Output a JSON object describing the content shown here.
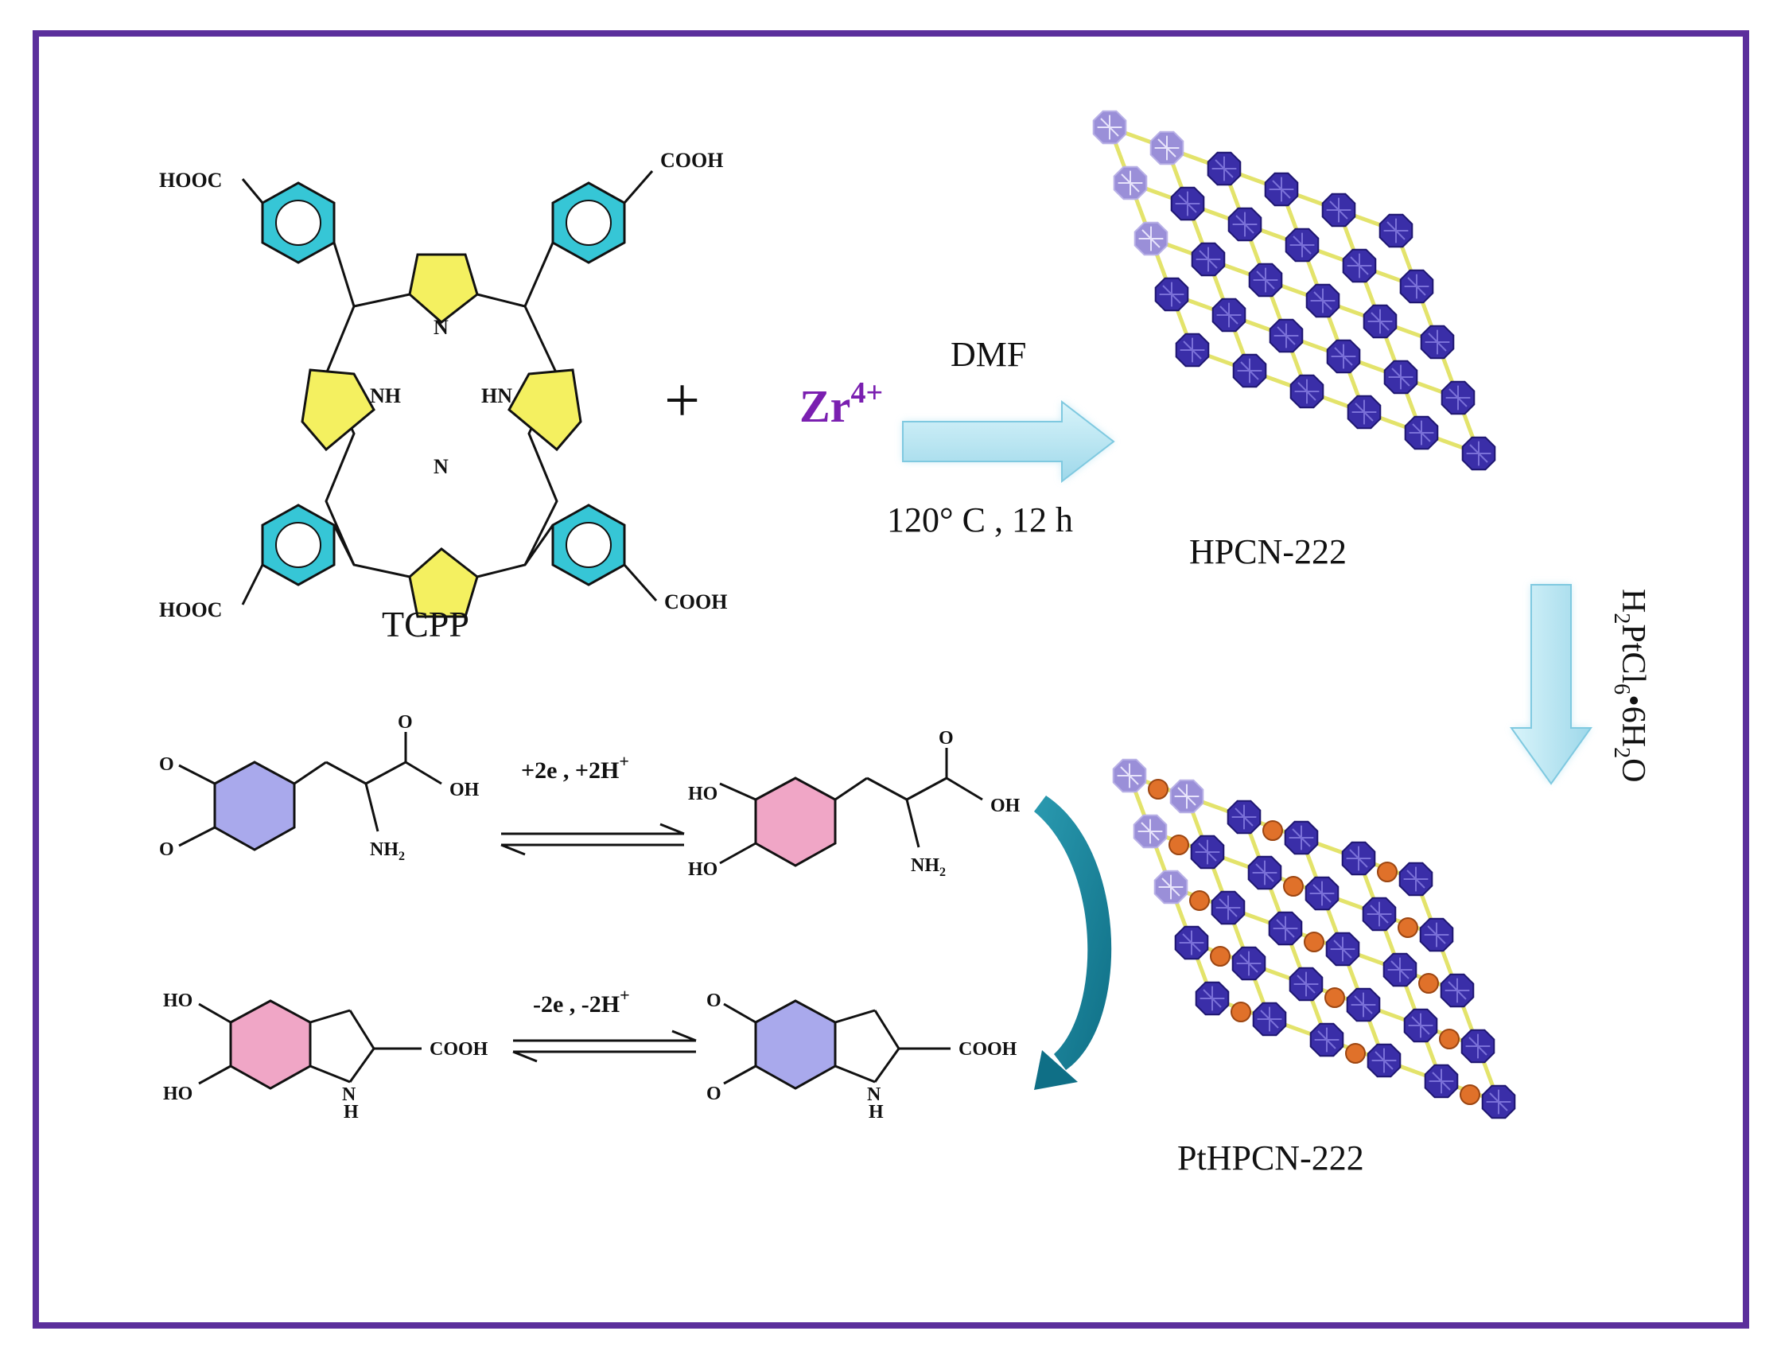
{
  "tcpp": {
    "label": "TCPP",
    "cooh_tl": "HOOC",
    "cooh_tr": "COOH",
    "cooh_bl": "HOOC",
    "cooh_br": "COOH",
    "nh_left": "NH",
    "hn_right": "HN",
    "n_top": "N",
    "n_bottom": "N"
  },
  "plus": "+",
  "zr": {
    "base": "Zr",
    "charge": "4+"
  },
  "reaction": {
    "solvent": "DMF",
    "conditions": "120°  C , 12 h"
  },
  "hpcn": {
    "label": "HPCN-222"
  },
  "pt_step": {
    "h": "H",
    "h_sub": "2",
    "pt": "PtCl",
    "cl_sub": "6",
    "dot": "•6H",
    "h2o_sub": "2",
    "o": "O"
  },
  "pthpcn": {
    "label": "PtHPCN-222"
  },
  "dopa": {
    "quinone_o1": "O",
    "quinone_o2": "O",
    "acid_o": "O",
    "acid_oh": "OH",
    "amine": "NH",
    "amine_sub": "2",
    "eq1_label": "+2e , +2H",
    "eq1_sup": "+",
    "catechol_ho1": "HO",
    "catechol_ho2": "HO"
  },
  "dhi": {
    "ho1": "HO",
    "ho2": "HO",
    "cooh": "COOH",
    "nh": "N",
    "h": "H",
    "eq2_label": "-2e , -2H",
    "eq2_sup": "+",
    "o1": "O",
    "o2": "O"
  },
  "colors": {
    "frame": "#5b2f9c",
    "phenyl": "#36c6d6",
    "pyrrole": "#f4f060",
    "arrow_fill": "#bfe9f3",
    "arrow_stroke": "#7fc9e0",
    "zr_text": "#7a1fb0",
    "cluster": "#3a2ea8",
    "cluster_faded": "#9a8fd8",
    "linker": "#e3e36b",
    "pt": "#e0712a",
    "quinone_ring": "#a9a9ec",
    "catechol_ring": "#f0a6c6",
    "curved_arrow": "#1f8aa0"
  }
}
